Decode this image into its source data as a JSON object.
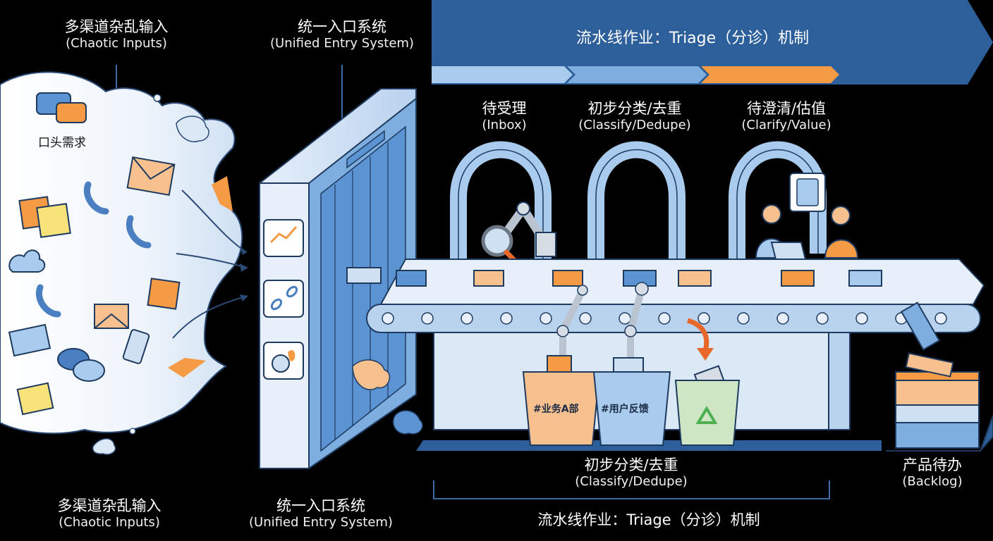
{
  "top_labels": {
    "chaotic_inputs": {
      "zh": "多渠道杂乱输入",
      "en": "(Chaotic Inputs)"
    },
    "unified_entry": {
      "zh": "统一入口系统",
      "en": "(Unified Entry System)"
    }
  },
  "banner": {
    "title": "流水线作业：Triage（分诊）机制",
    "stage_colors": [
      "#a9cbee",
      "#7eaee0",
      "#f59a45"
    ],
    "banner_color": "#2d5f9a"
  },
  "stages": [
    {
      "zh": "待受理",
      "en": "(Inbox)"
    },
    {
      "zh": "初步分类/去重",
      "en": "(Classify/Dedupe)"
    },
    {
      "zh": "待澄清/估值",
      "en": "(Clarify/Value)"
    }
  ],
  "cloud": {
    "oral_request_label": "口头需求",
    "icons": [
      "chat-bubbles",
      "envelope",
      "phone",
      "sticky-note",
      "cloud",
      "smartphone"
    ]
  },
  "gate": {
    "icons": [
      "growth-chart-icon",
      "broken-link-icon",
      "stopwatch-fire-icon"
    ]
  },
  "bins": [
    {
      "label": "#业务A部",
      "color": "#f7c08f"
    },
    {
      "label": "#用户反馈",
      "color": "#a9cbee"
    },
    {
      "label": "",
      "icon": "recycle",
      "color": "#cfe6c4"
    }
  ],
  "bottom_labels": {
    "classify": {
      "zh": "初步分类/去重",
      "en": "(Classify/Dedupe)"
    },
    "backlog": {
      "zh": "产品待办",
      "en": "(Backlog)"
    },
    "chaotic_inputs": {
      "zh": "多渠道杂乱输入",
      "en": "(Chaotic Inputs)"
    },
    "unified_entry": {
      "zh": "统一入口系统",
      "en": "(Unified Entry System)"
    },
    "triage": "流水线作业：Triage（分诊）机制"
  }
}
